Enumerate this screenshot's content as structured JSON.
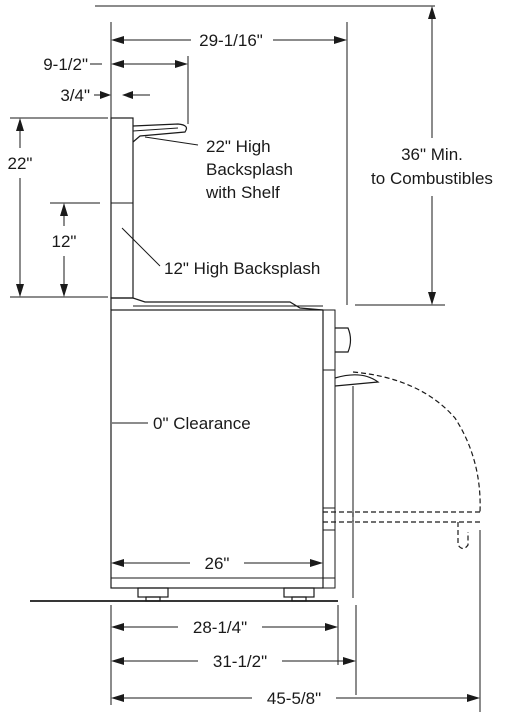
{
  "dimensions": {
    "overall_depth_top": "29-1/16\"",
    "backsplash_depth": "9-1/2\"",
    "backsplash_thickness": "3/4\"",
    "height_22": "22\"",
    "height_12": "12\"",
    "combustibles_line1": "36\" Min.",
    "combustibles_line2": "to Combustibles",
    "cabinet_depth": "26\"",
    "depth_28": "28-1/4\"",
    "depth_31": "31-1/2\"",
    "depth_45": "45-5/8\""
  },
  "callouts": {
    "backsplash_22_line1": "22\" High",
    "backsplash_22_line2": "Backsplash",
    "backsplash_22_line3": "with Shelf",
    "backsplash_12": "12\" High Backsplash",
    "clearance": "0\" Clearance"
  }
}
